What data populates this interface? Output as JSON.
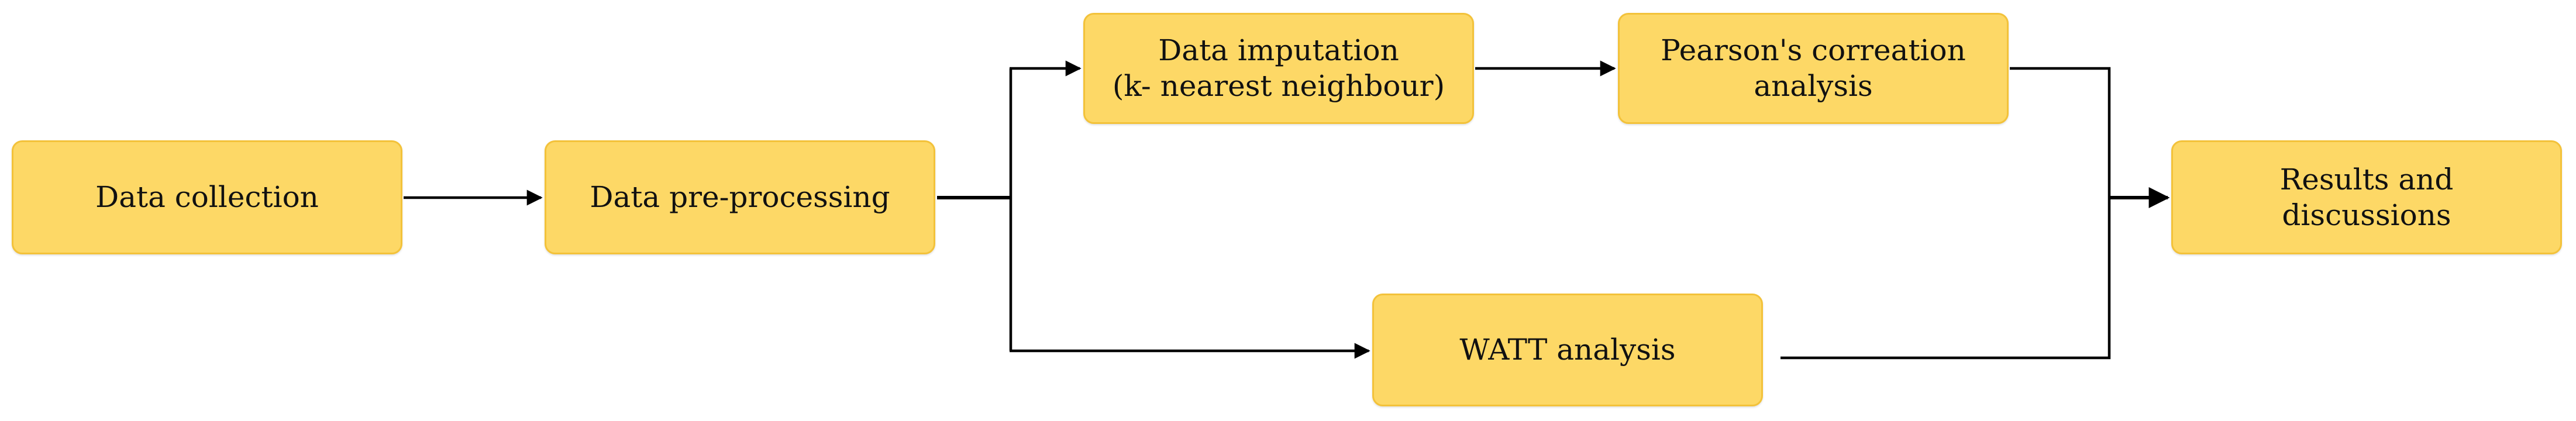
{
  "diagram": {
    "nodes": {
      "collection": "Data collection",
      "preprocessing": "Data pre-processing",
      "imputation": "Data imputation\n(k- nearest neighbour)",
      "pearson": "Pearson's correation\nanalysis",
      "watt": "WATT analysis",
      "results": "Results and\ndiscussions"
    },
    "edges": [
      [
        "Data collection",
        "Data pre-processing"
      ],
      [
        "Data pre-processing",
        "Data imputation (k- nearest neighbour)"
      ],
      [
        "Data pre-processing",
        "WATT analysis"
      ],
      [
        "Data imputation (k- nearest neighbour)",
        "Pearson's correation analysis"
      ],
      [
        "Pearson's correation analysis",
        "Results and discussions"
      ],
      [
        "WATT analysis",
        "Results and discussions"
      ]
    ],
    "colors": {
      "box_fill": "#fdd866",
      "box_border": "#f3c23a",
      "line": "#000000"
    }
  }
}
